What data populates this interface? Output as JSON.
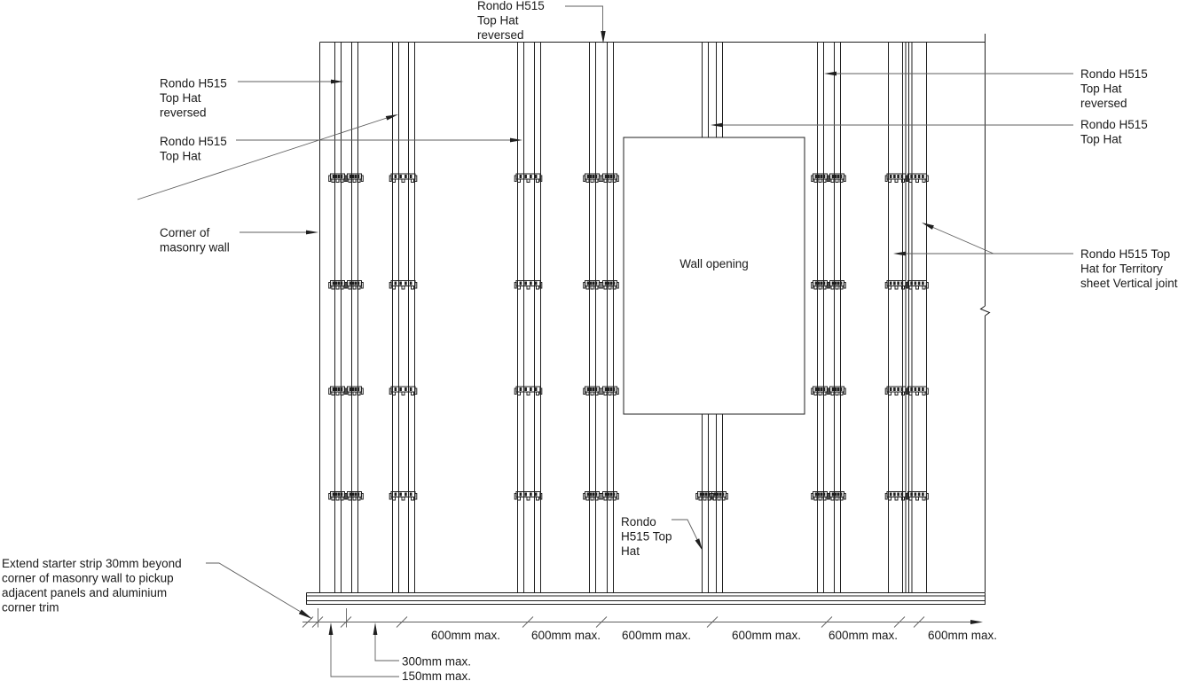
{
  "labels": {
    "top_reversed": {
      "lines": [
        "Rondo H515",
        "Top Hat",
        "reversed"
      ]
    },
    "left_reversed": {
      "lines": [
        "Rondo H515",
        "Top Hat",
        "reversed"
      ]
    },
    "left_top_hat": {
      "lines": [
        "Rondo H515",
        "Top Hat"
      ]
    },
    "corner_masonry": {
      "lines": [
        "Corner of",
        "masonry wall"
      ]
    },
    "right_reversed": {
      "lines": [
        "Rondo H515",
        "Top Hat",
        "reversed"
      ]
    },
    "right_top_hat": {
      "lines": [
        "Rondo H515",
        "Top Hat"
      ]
    },
    "territory_joint": {
      "lines": [
        "Rondo H515 Top",
        "Hat for Territory",
        "sheet Vertical joint"
      ]
    },
    "bottom_top_hat": {
      "lines": [
        "Rondo",
        "H515 Top",
        "Hat"
      ]
    },
    "starter_note": {
      "lines": [
        "Extend starter strip 30mm beyond",
        "corner of masonry wall to pickup",
        "adjacent panels and aluminium",
        "corner trim"
      ]
    },
    "wall_opening": "Wall opening"
  },
  "dimensions": {
    "spacing_600": "600mm max.",
    "spacing_600_count": 6,
    "spacing_300": "300mm max.",
    "spacing_150": "150mm max."
  },
  "colors": {
    "line": "#1f1f1f",
    "leader": "#5f5f5f",
    "text": "#1a1a1a",
    "background": "#ffffff"
  }
}
